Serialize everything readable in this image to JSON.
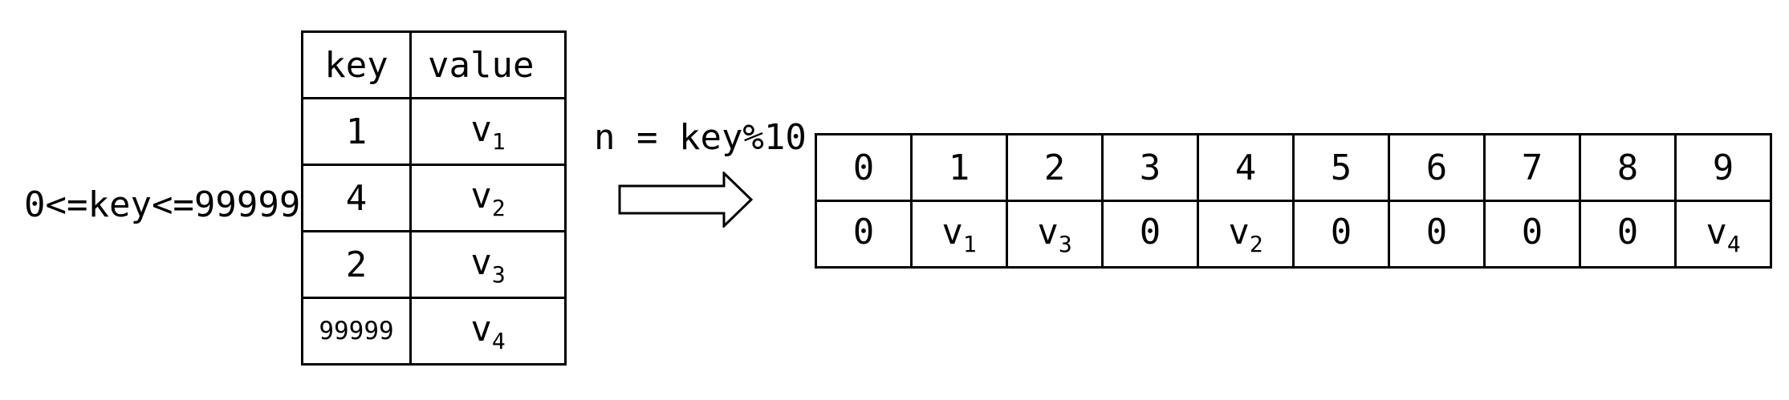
{
  "range_label": "0<=key<=99999",
  "mapping_table": {
    "headers": {
      "key": "key",
      "value": "value"
    },
    "rows": [
      {
        "key": "1",
        "value_base": "v",
        "value_sub": "1"
      },
      {
        "key": "4",
        "value_base": "v",
        "value_sub": "2"
      },
      {
        "key": "2",
        "value_base": "v",
        "value_sub": "3"
      },
      {
        "key": "99999",
        "value_base": "v",
        "value_sub": "4"
      }
    ]
  },
  "formula": "n = key%10",
  "arrow_icon": "hollow-right-arrow-icon",
  "bucket_array": {
    "indices": [
      "0",
      "1",
      "2",
      "3",
      "4",
      "5",
      "6",
      "7",
      "8",
      "9"
    ],
    "cells": [
      {
        "base": "0",
        "sub": ""
      },
      {
        "base": "v",
        "sub": "1"
      },
      {
        "base": "v",
        "sub": "3"
      },
      {
        "base": "0",
        "sub": ""
      },
      {
        "base": "v",
        "sub": "2"
      },
      {
        "base": "0",
        "sub": ""
      },
      {
        "base": "0",
        "sub": ""
      },
      {
        "base": "0",
        "sub": ""
      },
      {
        "base": "0",
        "sub": ""
      },
      {
        "base": "v",
        "sub": "4"
      }
    ]
  },
  "colors": {
    "ink": "#000000",
    "background": "#ffffff"
  }
}
